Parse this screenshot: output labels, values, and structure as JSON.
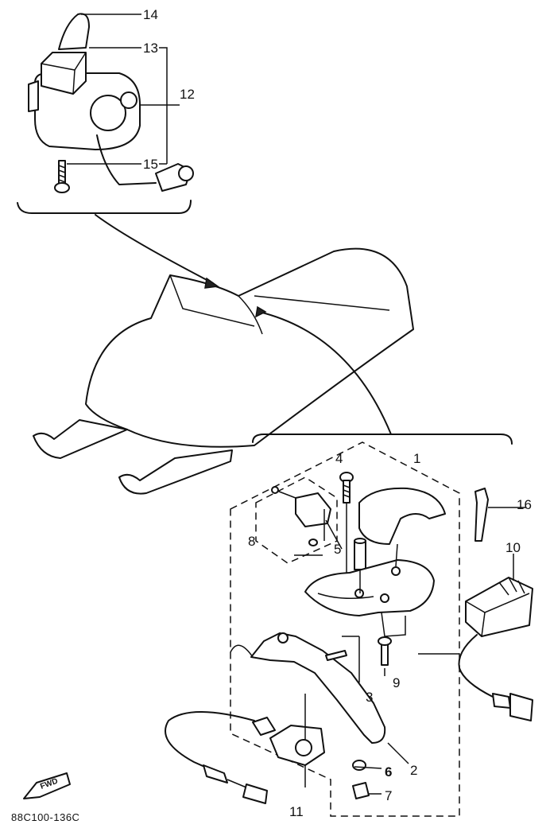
{
  "diagram": {
    "callouts": {
      "c1": "1",
      "c2": "2",
      "c3": "3",
      "c4": "4",
      "c5": "5",
      "c6": "6",
      "c7": "7",
      "c8": "8",
      "c9": "9",
      "c10": "10",
      "c11": "11",
      "c12": "12",
      "c13": "13",
      "c14": "14",
      "c15": "15",
      "c16": "16"
    },
    "fwd_badge": "FWD",
    "drawing_code": "88C100-136C"
  }
}
